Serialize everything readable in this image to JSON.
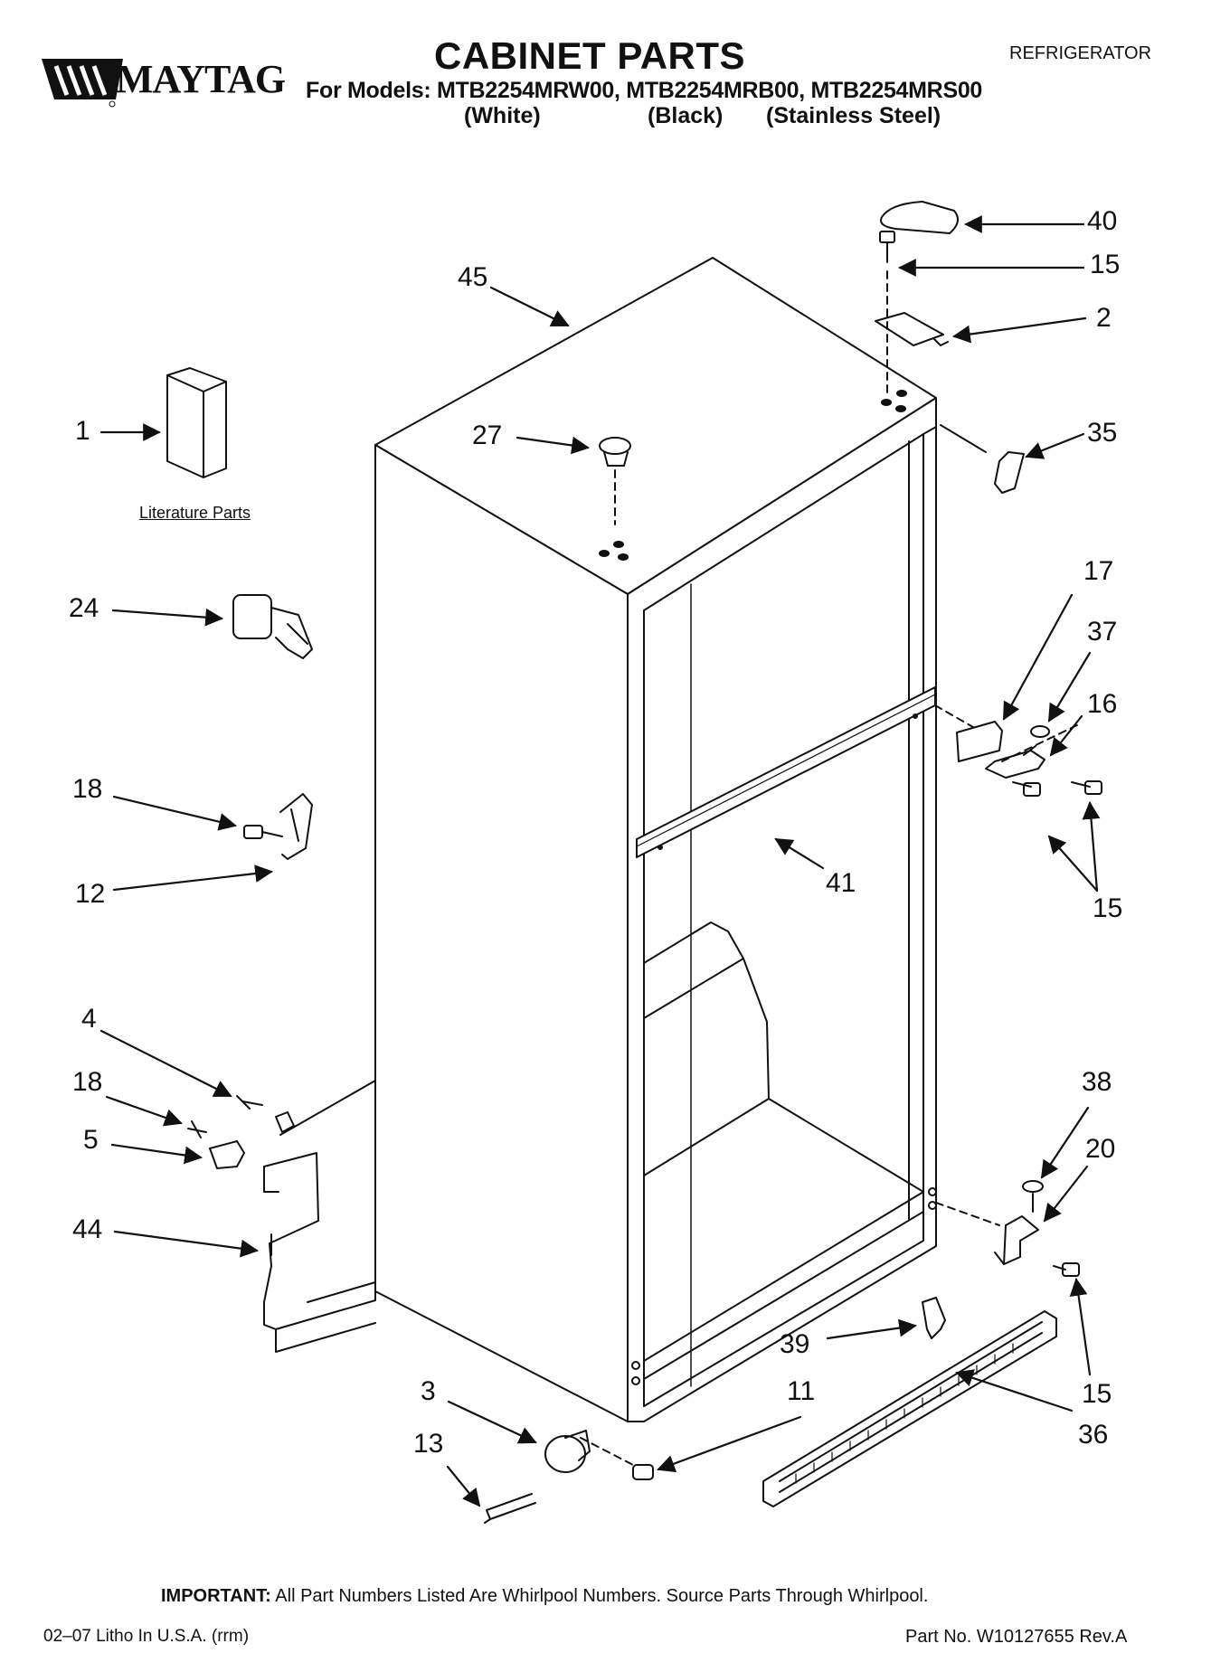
{
  "header": {
    "brand": "MAYTAG",
    "title": "CABINET PARTS",
    "doc_type": "REFRIGERATOR",
    "models_line": "For Models: MTB2254MRW00, MTB2254MRB00, MTB2254MRS00",
    "variants": [
      "(White)",
      "(Black)",
      "(Stainless Steel)"
    ]
  },
  "literature_label": "Literature Parts",
  "callouts": [
    "1",
    "24",
    "18",
    "12",
    "4",
    "18",
    "5",
    "44",
    "45",
    "27",
    "40",
    "15",
    "2",
    "35",
    "17",
    "37",
    "16",
    "41",
    "15",
    "38",
    "20",
    "39",
    "15",
    "36",
    "3",
    "11",
    "13"
  ],
  "footer": {
    "important_label": "IMPORTANT:",
    "important_text": " All Part Numbers Listed Are Whirlpool Numbers. Source Parts Through Whirlpool.",
    "litho": "02–07 Litho In U.S.A. (rrm)",
    "part_number": "Part No. W10127655 Rev.A"
  }
}
